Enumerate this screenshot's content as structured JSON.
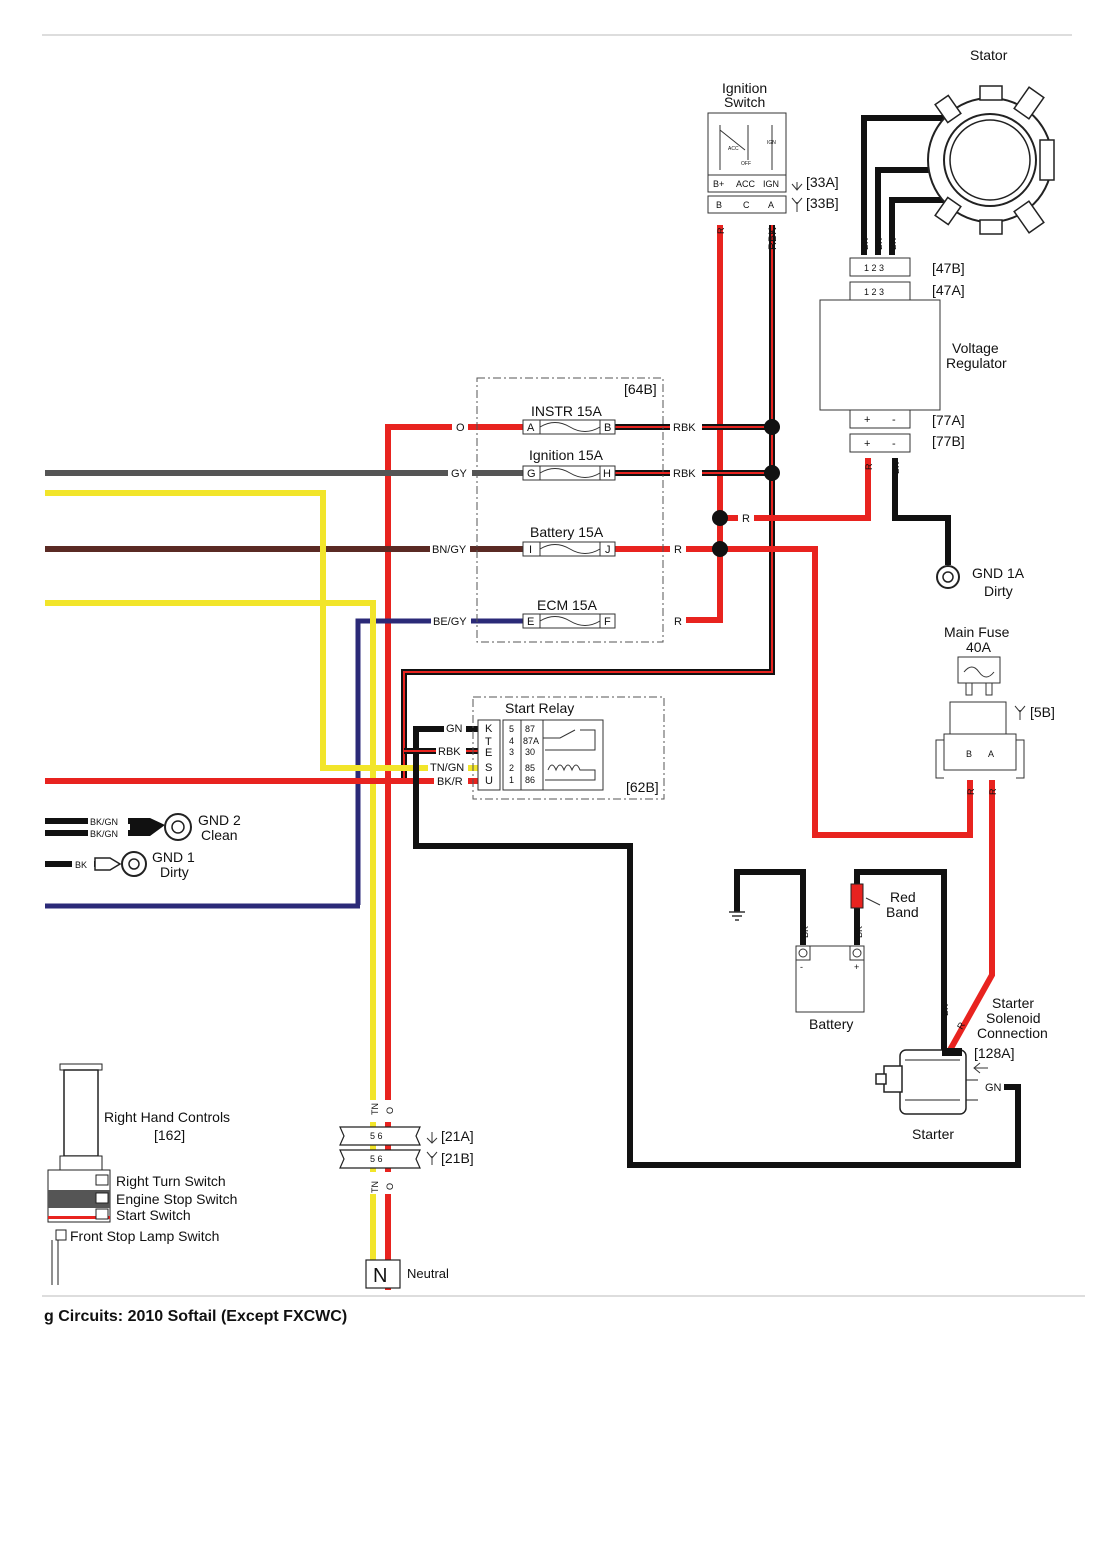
{
  "caption": "g Circuits: 2010 Softail (Except FXCWC)",
  "components": {
    "stator": "Stator",
    "ignition_switch": [
      "Ignition",
      "Switch"
    ],
    "ignition_switch_pins": [
      "B+",
      "ACC",
      "IGN"
    ],
    "ignition_switch_terms": [
      "B",
      "C",
      "A"
    ],
    "ignition_inner": [
      "ACC",
      "OFF",
      "IGN"
    ],
    "conn_33a": "[33A]",
    "conn_33b": "[33B]",
    "conn_47b": "[47B]",
    "conn_47a": "[47A]",
    "conn_77a": "[77A]",
    "conn_77b": "[77B]",
    "regulator_pins": "1 2 3",
    "regulator_dc": [
      "+",
      "-"
    ],
    "voltage_regulator": [
      "Voltage",
      "Regulator"
    ],
    "fuse_block": "[64B]",
    "fuses": [
      {
        "name": "INSTR 15A",
        "in": "A",
        "out": "B"
      },
      {
        "name": "Ignition 15A",
        "in": "G",
        "out": "H"
      },
      {
        "name": "Battery 15A",
        "in": "I",
        "out": "J"
      },
      {
        "name": "ECM 15A",
        "in": "E",
        "out": "F"
      }
    ],
    "gnd1a": [
      "GND 1A",
      "Dirty"
    ],
    "main_fuse": [
      "Main Fuse",
      "40A"
    ],
    "conn_5b": "[5B]",
    "main_fuse_terms": [
      "B",
      "A"
    ],
    "start_relay": "Start Relay",
    "start_relay_conn": "[62B]",
    "relay_pins": [
      "K",
      "T",
      "E",
      "S",
      "U"
    ],
    "relay_nums": [
      "5",
      "4",
      "3",
      "2",
      "1"
    ],
    "relay_cont": [
      "87",
      "87A",
      "30",
      "85",
      "86"
    ],
    "gnd2": [
      "GND 2",
      "Clean"
    ],
    "gnd1": [
      "GND 1",
      "Dirty"
    ],
    "red_band": [
      "Red",
      "Band"
    ],
    "battery": "Battery",
    "solenoid": [
      "Starter",
      "Solenoid",
      "Connection"
    ],
    "conn_128a": "[128A]",
    "starter": "Starter",
    "rhc": [
      "Right Hand Controls",
      "[162]"
    ],
    "switches": [
      "Right Turn Switch",
      "Engine Stop Switch",
      "Start Switch",
      "Front Stop Lamp Switch"
    ],
    "conn_21a": "[21A]",
    "conn_21b": "[21B]",
    "conn_21_pins": "5  6",
    "neutral": "Neutral",
    "neutral_symbol": "N"
  },
  "wire_labels": {
    "o": "O",
    "gy": "GY",
    "bngy": "BN/GY",
    "begy": "BE/GY",
    "rbk": "RBK",
    "r": "R",
    "bk": "BK",
    "gn": "GN",
    "tngn": "TN/GN",
    "bkr": "BK/R",
    "bkgn": "BK/GN",
    "tn": "TN"
  }
}
